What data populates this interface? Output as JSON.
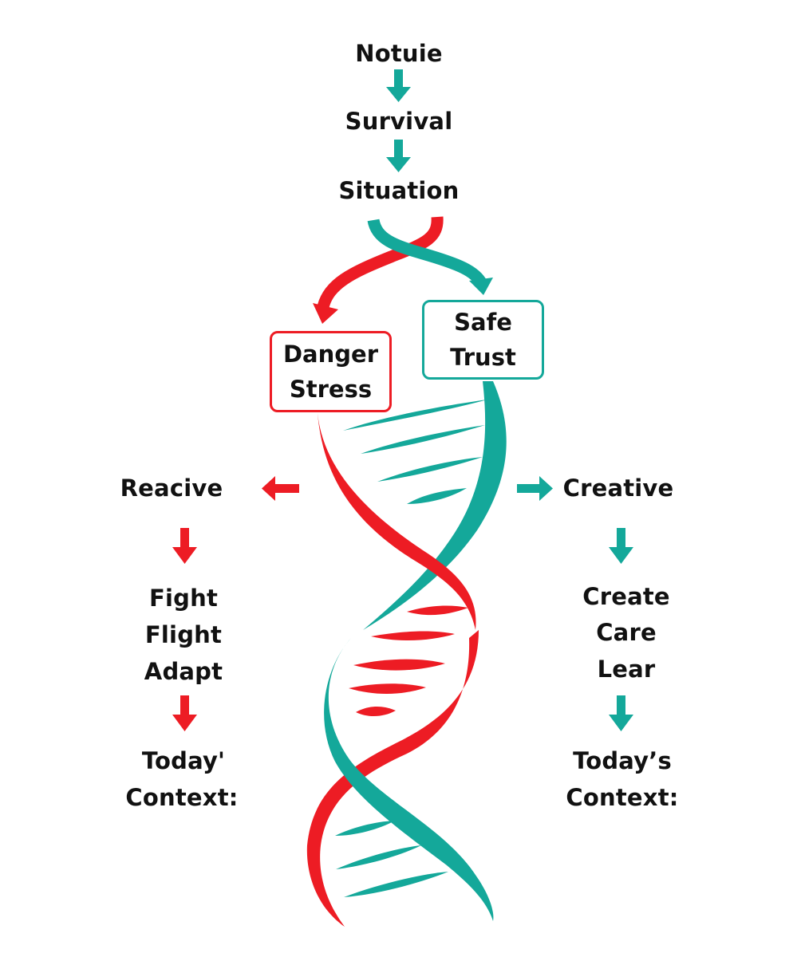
{
  "colors": {
    "red": "#ED1C24",
    "teal": "#14A89A",
    "text": "#111111",
    "background": "#FFFFFF"
  },
  "top_chain": {
    "items": [
      "Notuie",
      "Survival",
      "Situation"
    ],
    "arrow_icon": "teal-down-arrow"
  },
  "branches": {
    "danger": {
      "lines": [
        "Danger",
        "Stress"
      ],
      "color": "red"
    },
    "safe": {
      "lines": [
        "Safe",
        "Trust"
      ],
      "color": "teal"
    }
  },
  "left_column": {
    "heading": "Reacive",
    "responses": [
      "Fight",
      "Flight",
      "Adapt"
    ],
    "context": [
      "Today'",
      "Context:"
    ],
    "color": "red"
  },
  "right_column": {
    "heading": "Creative",
    "responses": [
      "Create",
      "Care",
      "Lear"
    ],
    "context": [
      "Today’s",
      "Context:"
    ],
    "color": "teal"
  },
  "graphic": {
    "icon": "dna-double-helix",
    "strands": [
      "red",
      "teal"
    ]
  }
}
